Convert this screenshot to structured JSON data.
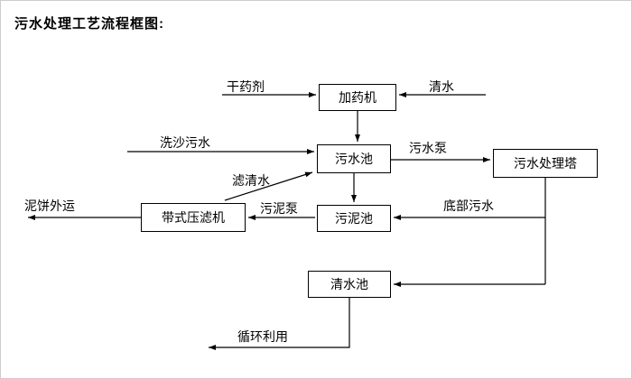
{
  "title": "污水处理工艺流程框图:",
  "nodes": {
    "dosing_machine": "加药机",
    "sewage_pool": "污水池",
    "treatment_tower": "污水处理塔",
    "sludge_pool": "污泥池",
    "belt_filter_press": "带式压滤机",
    "clean_water_pool": "清水池"
  },
  "edge_labels": {
    "dry_agent": "干药剂",
    "clean_water": "清水",
    "sand_washing_sewage": "洗沙污水",
    "sewage_pump": "污水泵",
    "filtered_water": "滤清水",
    "mud_cake_out": "泥饼外运",
    "sludge_pump": "污泥泵",
    "bottom_sewage": "底部污水",
    "recycle": "循环利用"
  },
  "edges": [
    {
      "from": "干药剂",
      "to": "加药机"
    },
    {
      "from": "清水",
      "to": "加药机"
    },
    {
      "from": "加药机",
      "to": "污水池"
    },
    {
      "from": "洗沙污水",
      "to": "污水池"
    },
    {
      "from": "污水池",
      "to": "污水处理塔",
      "label": "污水泵"
    },
    {
      "from": "污水池",
      "to": "污泥池"
    },
    {
      "from": "带式压滤机",
      "to": "污水池",
      "label": "滤清水"
    },
    {
      "from": "污泥池",
      "to": "带式压滤机",
      "label": "污泥泵"
    },
    {
      "from": "带式压滤机",
      "to": "泥饼外运"
    },
    {
      "from": "污水处理塔",
      "to": "污泥池",
      "label": "底部污水"
    },
    {
      "from": "污水处理塔",
      "to": "清水池"
    },
    {
      "from": "清水池",
      "to": "循环利用"
    }
  ],
  "colors": {
    "line": "#000000",
    "box_border": "#000000",
    "background": "#ffffff"
  }
}
